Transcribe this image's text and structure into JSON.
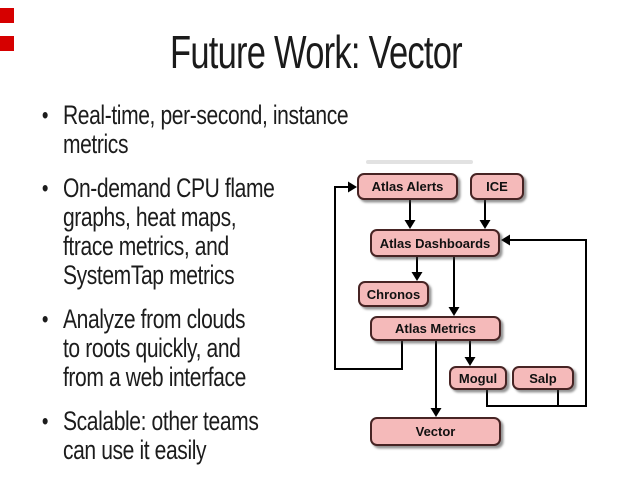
{
  "slide": {
    "title": "Future Work: Vector",
    "bullet_char": "•",
    "bullets": [
      {
        "text": "Real-time, per-second, instance metrics"
      },
      {
        "text": "On-demand CPU flame\ngraphs, heat maps,\nftrace metrics, and\nSystemTap metrics"
      },
      {
        "text": "Analyze from clouds\nto roots quickly, and\nfrom a web interface"
      },
      {
        "text": "Scalable: other teams\ncan use it easily"
      }
    ]
  },
  "diagram": {
    "nodes": {
      "atlas_alerts": "Atlas Alerts",
      "ice": "ICE",
      "atlas_dashboards": "Atlas Dashboards",
      "chronos": "Chronos",
      "atlas_metrics": "Atlas Metrics",
      "mogul": "Mogul",
      "salp": "Salp",
      "vector": "Vector"
    },
    "edges": [
      "Atlas Alerts -> Atlas Dashboards",
      "ICE -> Atlas Dashboards",
      "Atlas Dashboards -> Chronos",
      "Atlas Dashboards -> Atlas Metrics",
      "Atlas Metrics -> Mogul",
      "Atlas Metrics -> Vector",
      "Atlas Metrics -> Atlas Alerts (left feedback loop)",
      "Mogul -> Atlas Dashboards (right feedback loop)",
      "Salp -> Atlas Dashboards (right feedback loop)"
    ],
    "colors": {
      "node_fill": "#F5BABA",
      "node_border": "#472424",
      "edge": "#000000"
    }
  },
  "decorations": {
    "red_marker_color": "#D60000"
  }
}
